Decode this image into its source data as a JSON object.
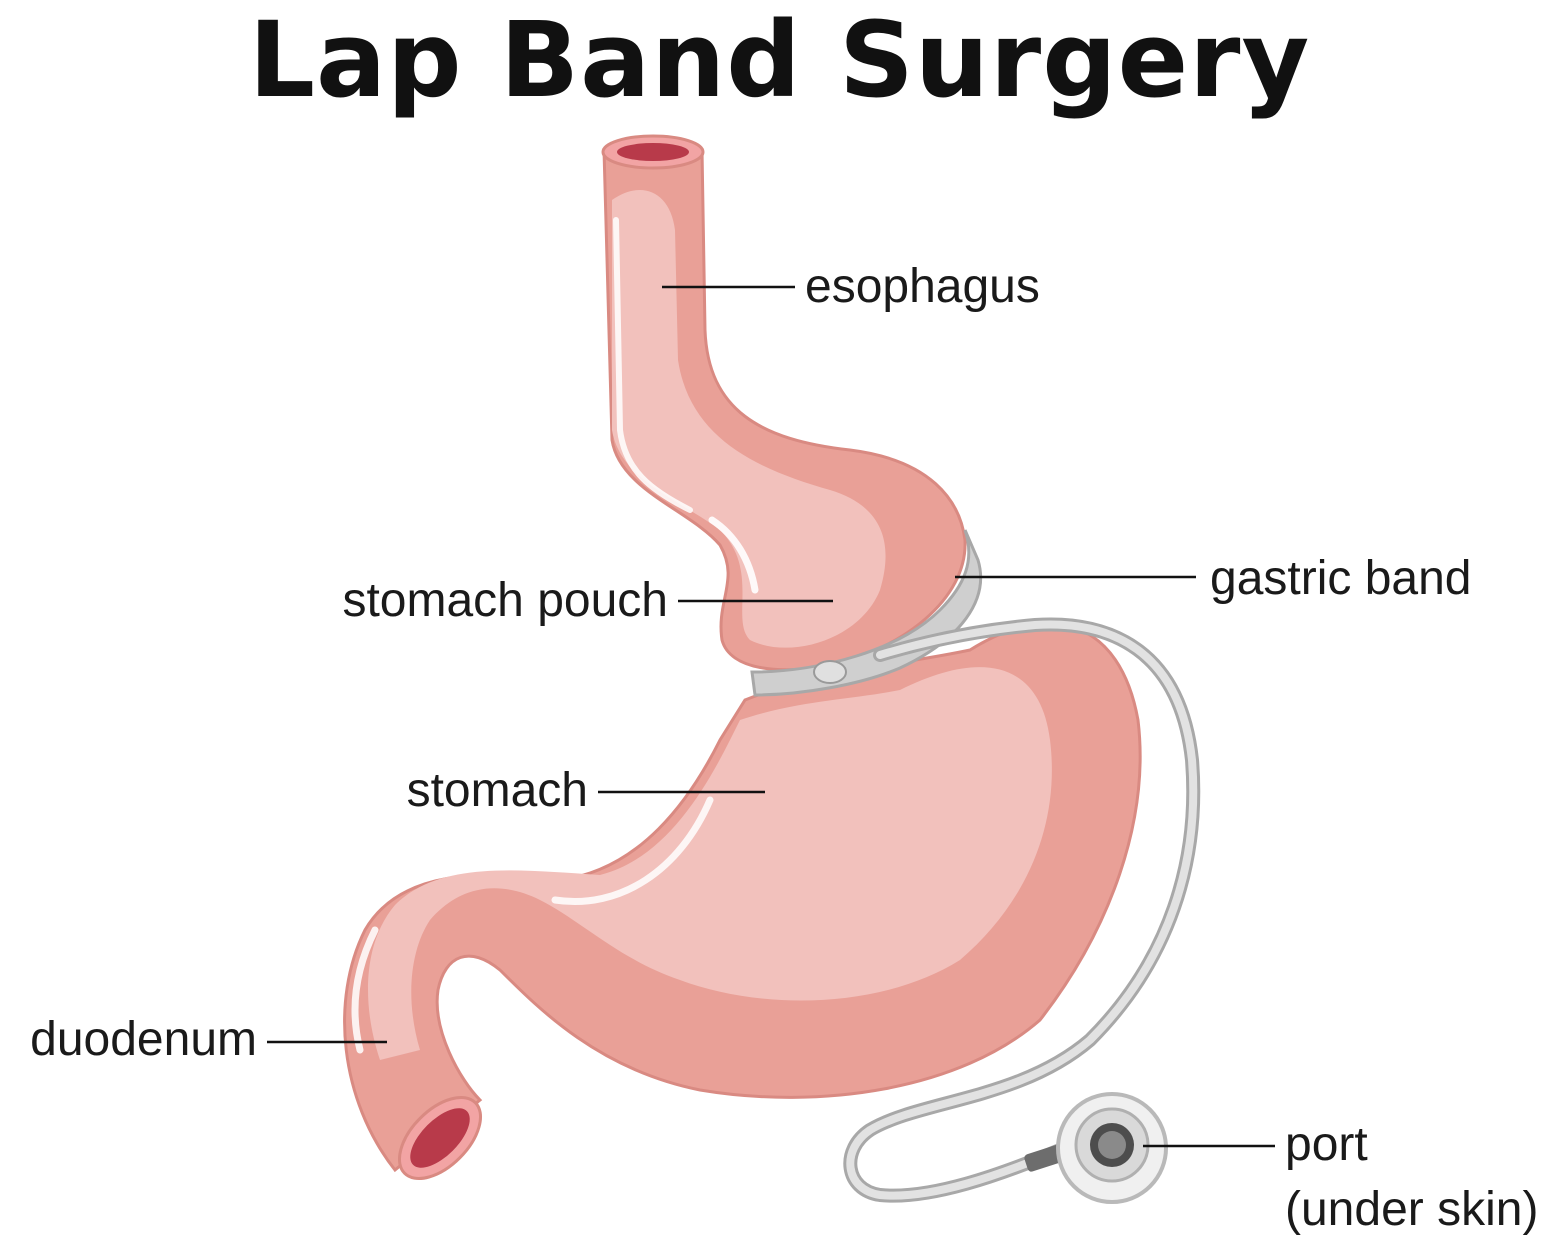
{
  "title": "Lap Band Surgery",
  "labels": {
    "esophagus": "esophagus",
    "gastric_band": "gastric band",
    "stomach_pouch": "stomach pouch",
    "stomach": "stomach",
    "duodenum": "duodenum",
    "port_line1": "port",
    "port_line2": "(under skin)"
  },
  "colors": {
    "tissue_dark": "#e9a097",
    "tissue_light": "#f2c1bc",
    "tissue_outline": "#d98a82",
    "lumen": "#b83a4a",
    "band": "#c8c8c8",
    "tube": "#bdbdbd"
  }
}
